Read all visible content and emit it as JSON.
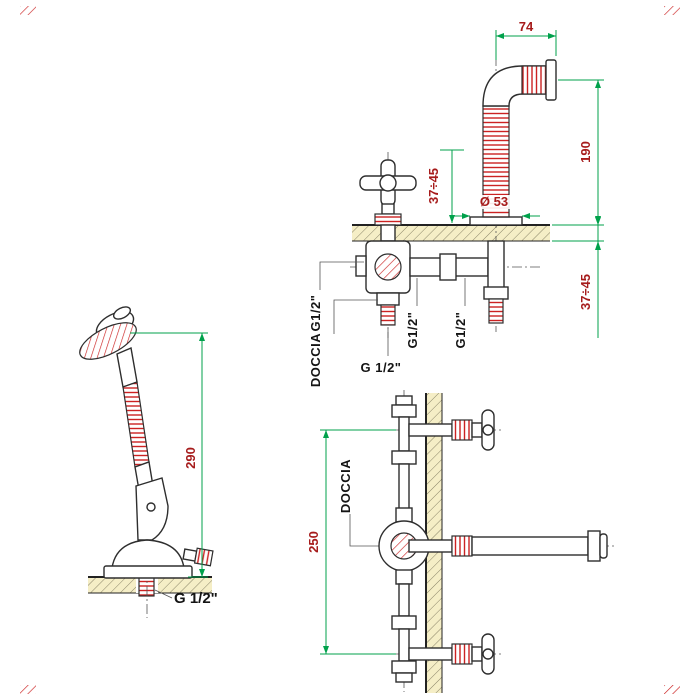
{
  "colors": {
    "dimension_line": "#00a14b",
    "dimension_text": "#a61b1b",
    "component_accent": "#cc2222",
    "wall_fill": "#f5eec6",
    "line": "#2e2e2e"
  },
  "hand_shower_view": {
    "dim_height": "290",
    "thread_label": "G 1/2\""
  },
  "deck_mount_view": {
    "dim_spout_reach": "74",
    "dim_spout_height": "190",
    "dim_deck_thickness_left": "37÷45",
    "dim_deck_thickness_right": "37÷45",
    "dim_escutcheon_diameter": "Ø 53",
    "shower_outlet_label": "DOCCIA",
    "thread_left": "G1/2\"",
    "thread_bottom": "G 1/2\"",
    "thread_mid": "G1/2\"",
    "thread_right": "G1/2\""
  },
  "front_view": {
    "dim_valve_spacing": "250",
    "shower_outlet_label": "DOCCIA"
  }
}
